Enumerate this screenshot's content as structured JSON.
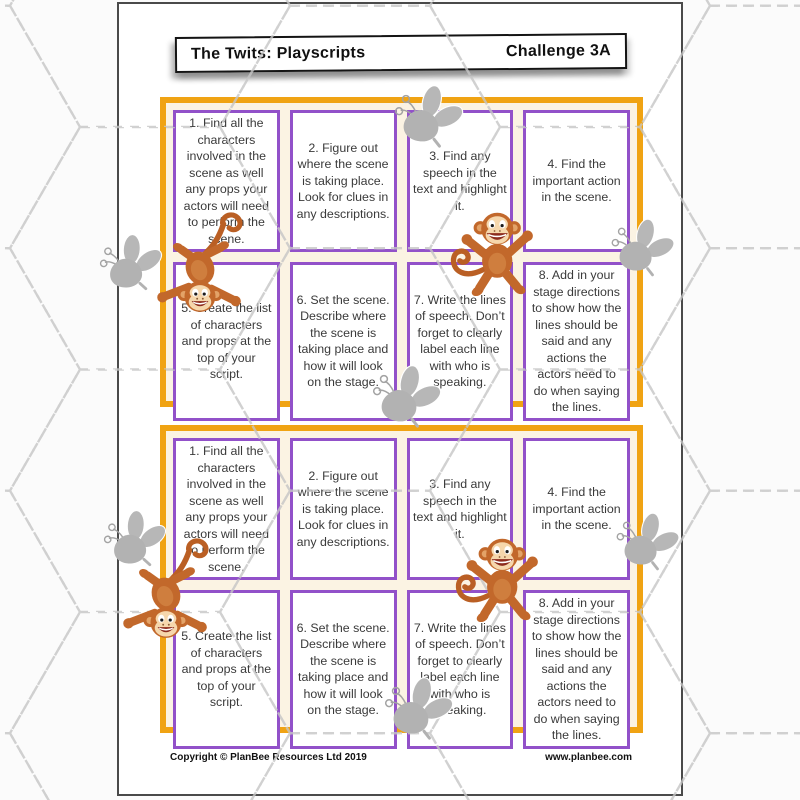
{
  "header": {
    "title": "The Twits: Playscripts",
    "challenge": "Challenge 3A"
  },
  "cards": [
    "1. Find all the characters involved in the scene as well any props your actors will need to perform the scene.",
    "2. Figure out where the scene is taking place. Look for clues in any descriptions.",
    "3. Find any speech in the text and highlight it.",
    "4. Find the important action in the scene.",
    "5. Create the list of characters and props at the top of your script.",
    "6. Set the scene. Describe where the scene is taking place and how it will look on the stage.",
    "7. Write the lines of speech. Don’t forget to clearly label each line with who is speaking.",
    "8. Add in your stage directions to show how the lines should be said and any actions the actors need to do when saying the lines."
  ],
  "footer": {
    "copyright": "Copyright © PlanBee Resources Ltd 2019",
    "website": "www.planbee.com"
  },
  "colors": {
    "frame_gold": "#F0A313",
    "card_purple": "#9251C9",
    "frame_cream": "#FBF3E3",
    "fly_gray": "#B2B2B2",
    "monkey_brown": "#C2682B",
    "dash_gray": "#C6C6C6"
  },
  "icons": {
    "fly": "fly-icon",
    "monkey_waving": "monkey-waving-icon",
    "monkey_hanging": "monkey-hanging-icon"
  }
}
